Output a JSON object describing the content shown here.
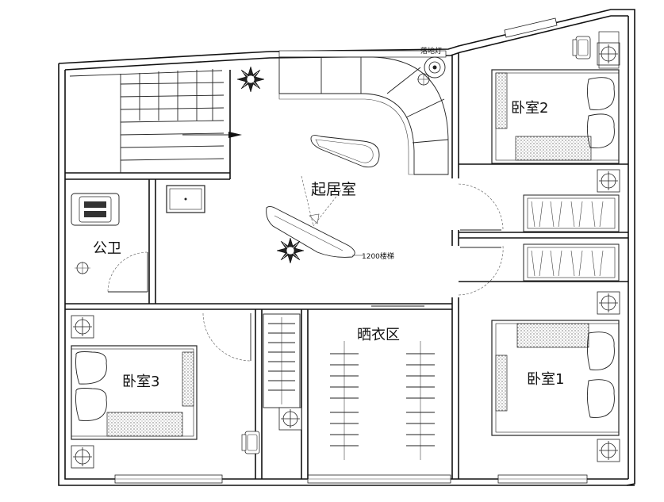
{
  "rooms": {
    "living": "起居室",
    "bedroom2": "卧室2",
    "bedroom1": "卧室1",
    "bedroom3": "卧室3",
    "bathroom": "公卫",
    "laundry": "晒衣区"
  },
  "annotations": {
    "floor_lamp": "落地灯",
    "stair_width": "1200楼梯"
  },
  "colors": {
    "line": "#111111",
    "background": "#ffffff"
  }
}
